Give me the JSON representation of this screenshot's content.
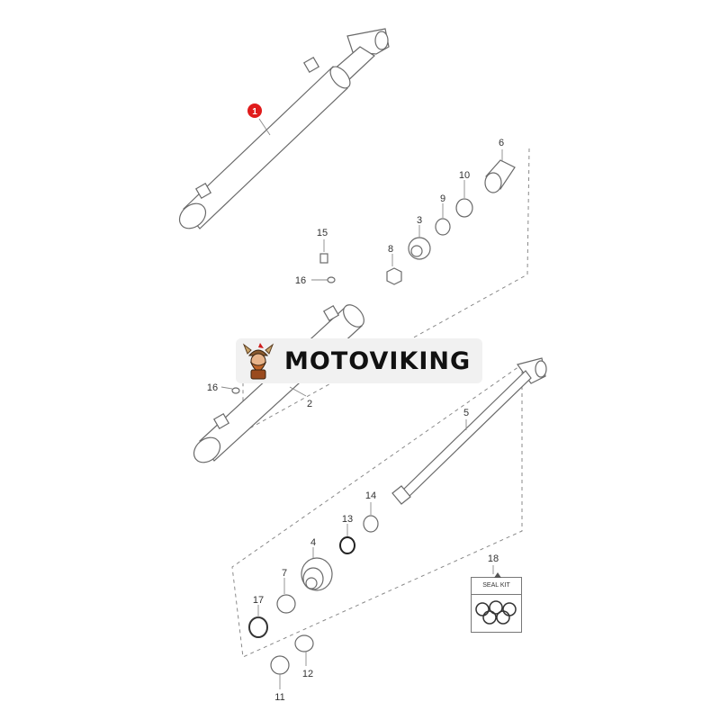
{
  "brand": {
    "name": "MOTOVIKING"
  },
  "callouts": {
    "c1": "1",
    "c2": "2",
    "c3": "3",
    "c4": "4",
    "c5": "5",
    "c6": "6",
    "c7": "7",
    "c8": "8",
    "c9": "9",
    "c10": "10",
    "c11": "11",
    "c12": "12",
    "c13": "13",
    "c14": "14",
    "c15": "15",
    "c16a": "16",
    "c16b": "16",
    "c17": "17",
    "c18": "18"
  },
  "seal_kit": {
    "label": "SEAL KIT"
  },
  "colors": {
    "highlight": "#e01b1b",
    "line": "#6a6a6a",
    "logo_bg": "#f1f1f1"
  }
}
